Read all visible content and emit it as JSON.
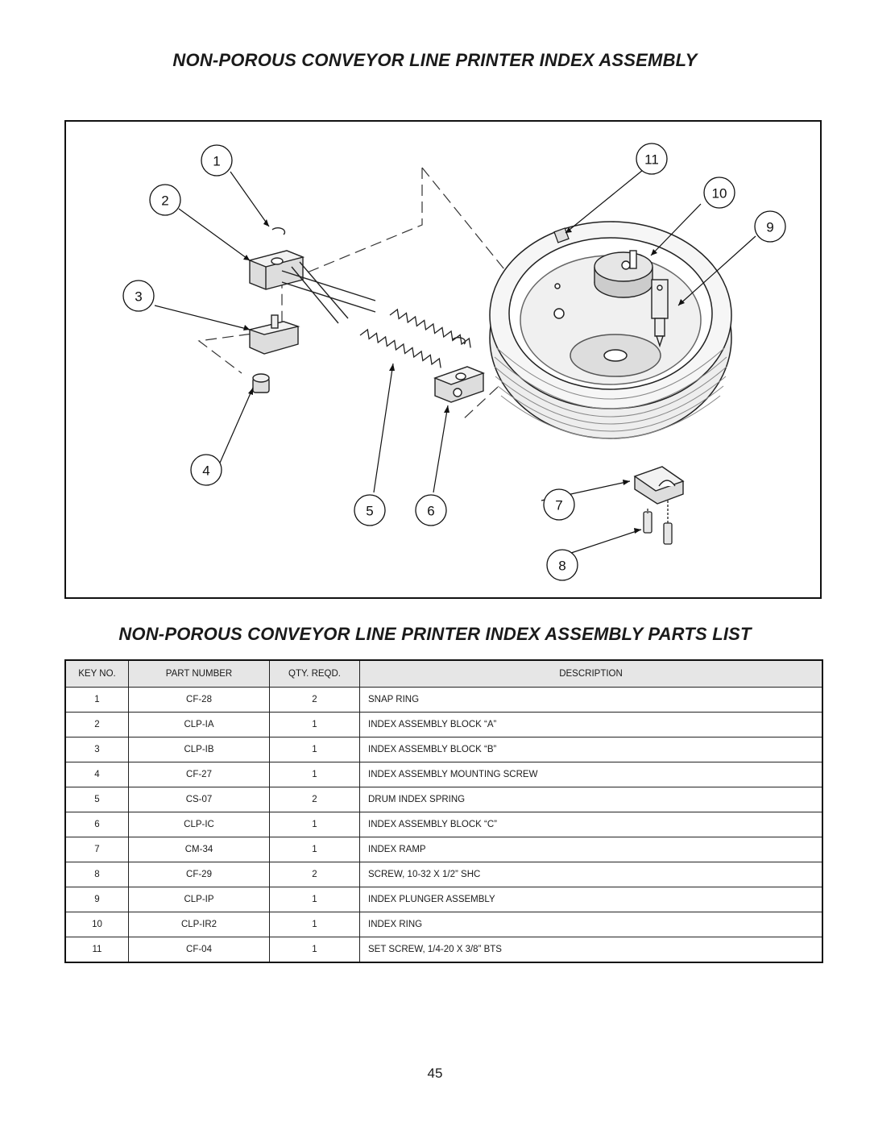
{
  "title": "NON-POROUS CONVEYOR LINE PRINTER INDEX ASSEMBLY",
  "parts_list_title": "NON-POROUS CONVEYOR LINE PRINTER INDEX ASSEMBLY PARTS LIST",
  "diagram": {
    "callouts": [
      "1",
      "2",
      "3",
      "4",
      "5",
      "6",
      "7",
      "8",
      "9",
      "10",
      "11"
    ]
  },
  "table": {
    "headers": {
      "key_no": "KEY NO.",
      "part_number": "PART NUMBER",
      "qty": "QTY. REQD.",
      "description": "DESCRIPTION"
    },
    "rows": [
      {
        "key": "1",
        "part": "CF-28",
        "qty": "2",
        "desc": "SNAP RING"
      },
      {
        "key": "2",
        "part": "CLP-IA",
        "qty": "1",
        "desc": "INDEX ASSEMBLY BLOCK “A”"
      },
      {
        "key": "3",
        "part": "CLP-IB",
        "qty": "1",
        "desc": "INDEX ASSEMBLY BLOCK “B”"
      },
      {
        "key": "4",
        "part": "CF-27",
        "qty": "1",
        "desc": "INDEX ASSEMBLY MOUNTING SCREW"
      },
      {
        "key": "5",
        "part": "CS-07",
        "qty": "2",
        "desc": "DRUM INDEX SPRING"
      },
      {
        "key": "6",
        "part": "CLP-IC",
        "qty": "1",
        "desc": "INDEX ASSEMBLY BLOCK “C”"
      },
      {
        "key": "7",
        "part": "CM-34",
        "qty": "1",
        "desc": "INDEX RAMP"
      },
      {
        "key": "8",
        "part": "CF-29",
        "qty": "2",
        "desc": "SCREW, 10-32 X 1/2” SHC"
      },
      {
        "key": "9",
        "part": "CLP-IP",
        "qty": "1",
        "desc": "INDEX PLUNGER ASSEMBLY"
      },
      {
        "key": "10",
        "part": "CLP-IR2",
        "qty": "1",
        "desc": "INDEX RING"
      },
      {
        "key": "11",
        "part": "CF-04",
        "qty": "1",
        "desc": "SET SCREW, 1/4-20 X 3/8” BTS"
      }
    ]
  },
  "page_number": "45"
}
